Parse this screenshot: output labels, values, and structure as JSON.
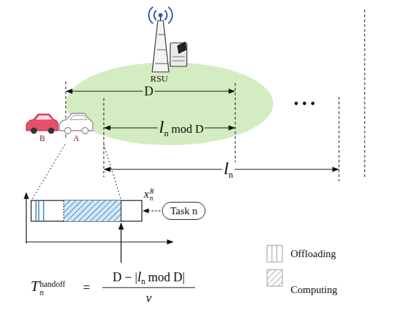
{
  "diagram": {
    "nodes": [
      {
        "text": [
          "Task n"
        ]
      }
    ],
    "labels": [
      "RSU",
      "B",
      "A",
      "D",
      "l",
      "n",
      "mod D",
      "l",
      "n",
      "x",
      "n",
      "R",
      "T",
      "n",
      "handoff",
      "=",
      "D − |",
      "l",
      "n",
      "mod D|",
      "v",
      "• • •"
    ],
    "legend": [
      {
        "text": "Offloading"
      },
      {
        "text": "Computing"
      }
    ]
  }
}
